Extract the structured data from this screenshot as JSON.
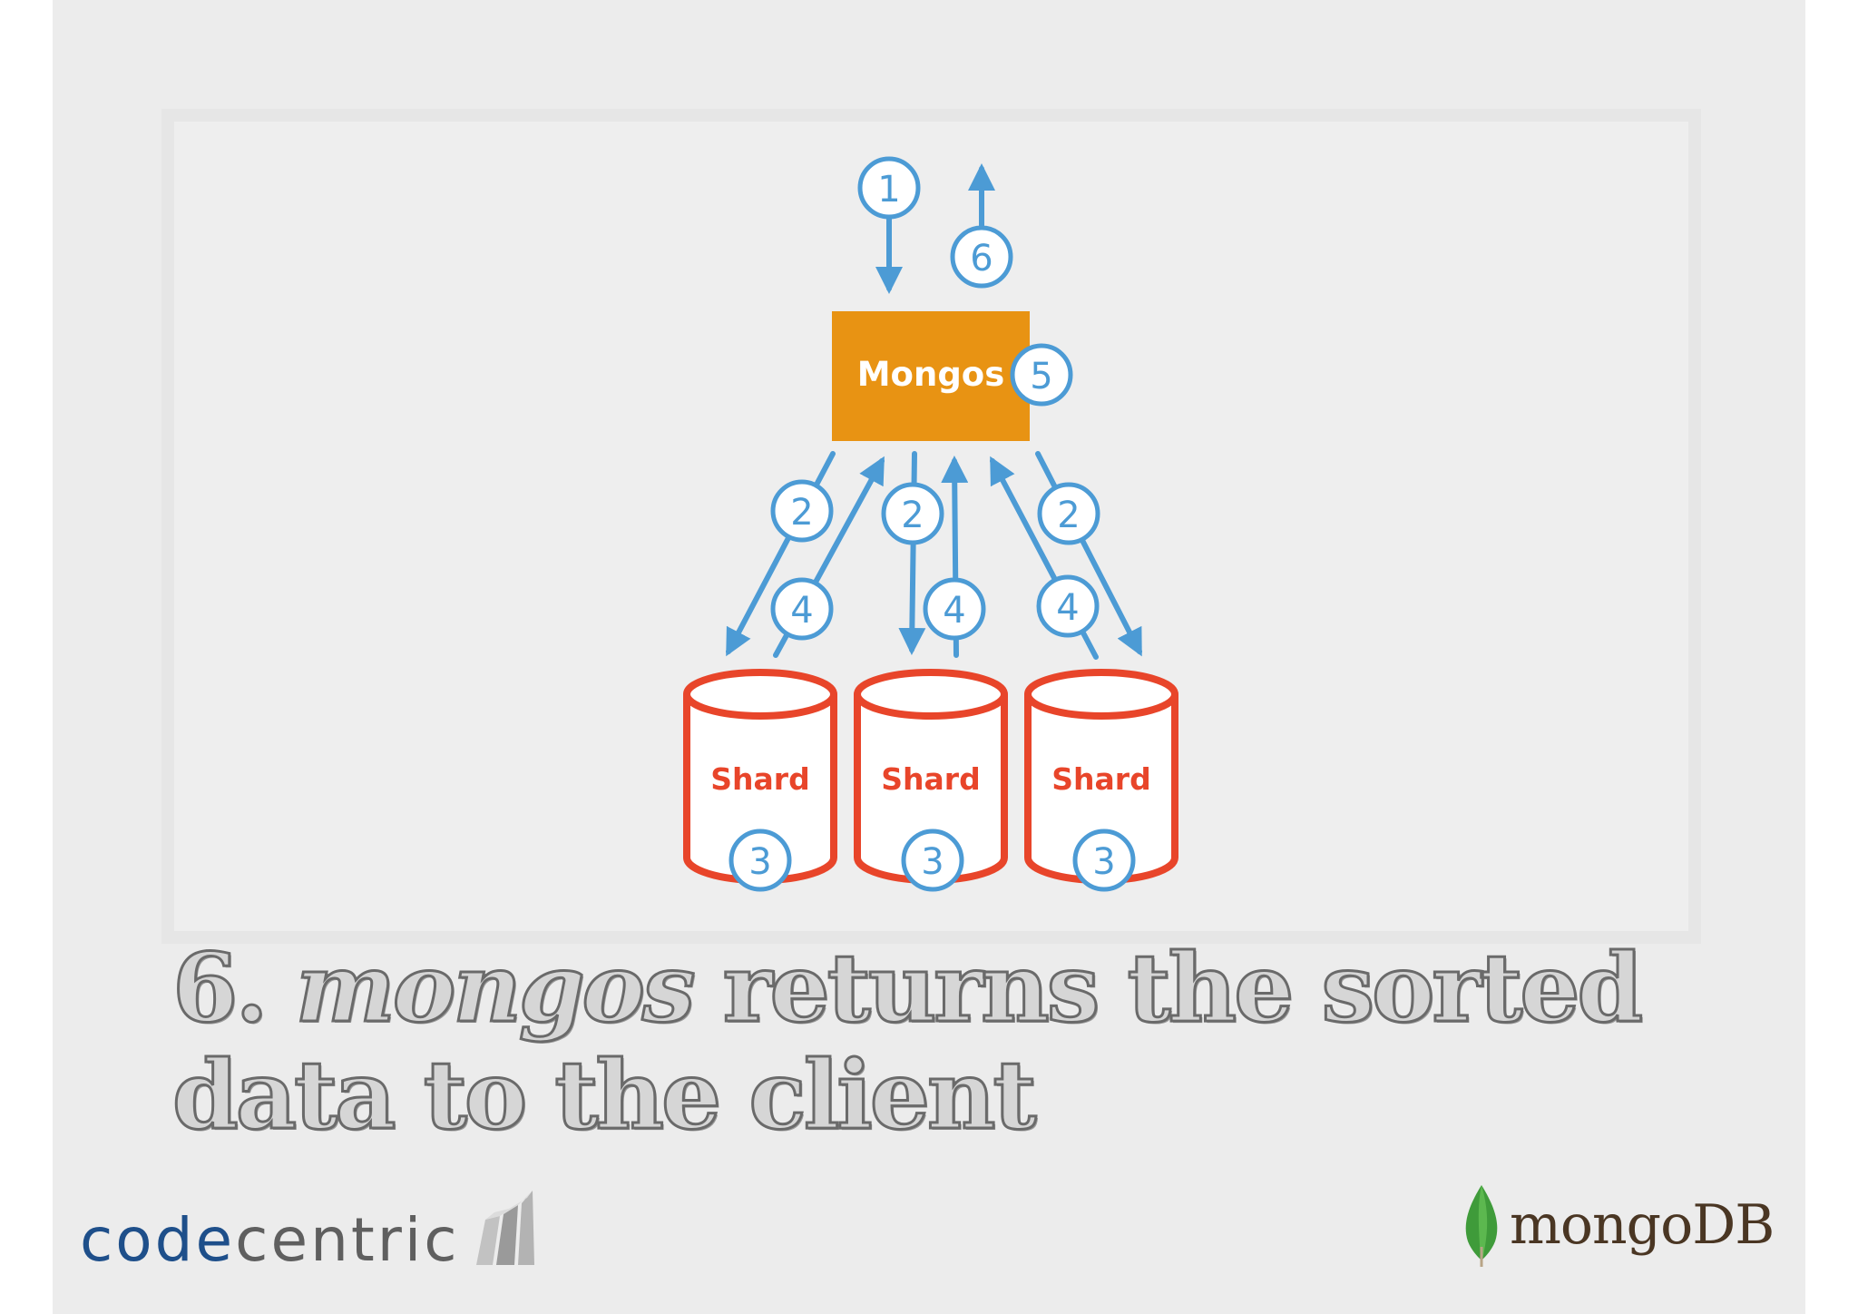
{
  "diagram": {
    "router_label": "Mongos",
    "shard_label": "Shard",
    "step_labels": {
      "client_request": "1",
      "scatter": "2",
      "shard_process": "3",
      "shard_reply": "4",
      "merge": "5",
      "client_response": "6"
    },
    "colors": {
      "router_fill": "#e89313",
      "shard_stroke": "#e8452a",
      "arrow": "#4c9bd5"
    }
  },
  "headline": {
    "number": "6.",
    "emphasis": "mongos",
    "line1_rest": "returns the sorted",
    "line2": "data to the client"
  },
  "logos": {
    "left": {
      "part1": "code",
      "part2": "centric"
    },
    "right": {
      "part1": "mongo",
      "part2": "DB"
    }
  }
}
